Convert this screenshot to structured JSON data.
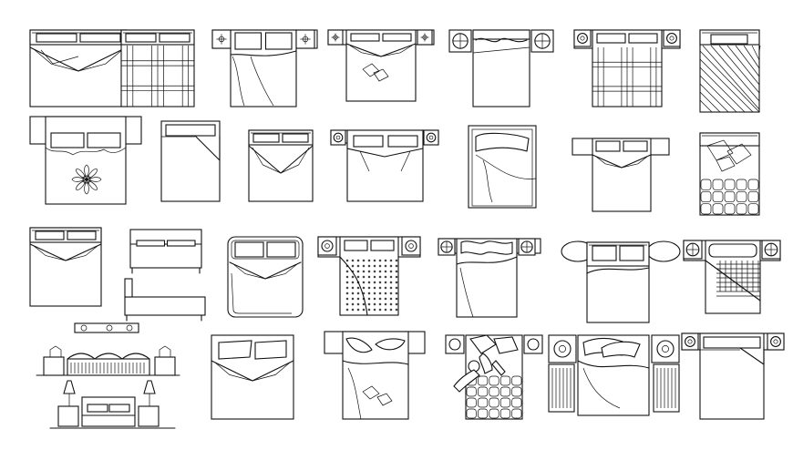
{
  "sheet": {
    "background": "#ffffff",
    "line_color": "#111111",
    "accent_wood": "#b06a3a",
    "accent_quilt": "#f1dcc2"
  },
  "blocks": [
    {
      "name": "bed-block-r1-1",
      "type": "simple-fold"
    },
    {
      "name": "bed-block-r1-2",
      "type": "plaid-quilt"
    },
    {
      "name": "bed-block-r1-3",
      "type": "sheet-with-nightstands"
    },
    {
      "name": "bed-block-r1-4",
      "type": "pillows-on-blanket"
    },
    {
      "name": "bed-block-r1-5",
      "type": "round-lamps"
    },
    {
      "name": "bed-block-r1-6",
      "type": "plaid-with-lamps"
    },
    {
      "name": "bed-block-r1-7",
      "type": "diagonal-stripe"
    },
    {
      "name": "bed-block-r2-1",
      "type": "flower-pattern"
    },
    {
      "name": "bed-block-r2-2",
      "type": "corner-fold"
    },
    {
      "name": "bed-block-r2-3",
      "type": "simple-fold"
    },
    {
      "name": "bed-block-r2-4",
      "type": "pillows-with-lamps"
    },
    {
      "name": "bed-block-r2-5",
      "type": "crumpled-sheet"
    },
    {
      "name": "bed-block-r2-6",
      "type": "wide-headboard"
    },
    {
      "name": "bed-block-r2-7",
      "type": "tufted-quilt"
    },
    {
      "name": "bed-block-r3-1",
      "type": "simple-fold"
    },
    {
      "name": "bed-block-r3-2",
      "type": "elevation-views"
    },
    {
      "name": "bed-block-r3-3",
      "type": "rounded-frame"
    },
    {
      "name": "bed-block-r3-4",
      "type": "dotted-quilt"
    },
    {
      "name": "bed-block-r3-5",
      "type": "sheet-with-lamps"
    },
    {
      "name": "bed-block-r3-6",
      "type": "oval-nightstands"
    },
    {
      "name": "bed-block-r3-7",
      "type": "checked-corner"
    },
    {
      "name": "bed-block-r4-1",
      "type": "front-elevation"
    },
    {
      "name": "bed-block-r4-2",
      "type": "pillow-pair"
    },
    {
      "name": "bed-block-r4-3",
      "type": "draped-pillows"
    },
    {
      "name": "bed-block-r4-4",
      "type": "person-on-bed"
    },
    {
      "name": "bed-block-r4-5",
      "type": "bedroom-set"
    },
    {
      "name": "bed-block-r4-6",
      "type": "plain-fold-with-lamps"
    }
  ]
}
